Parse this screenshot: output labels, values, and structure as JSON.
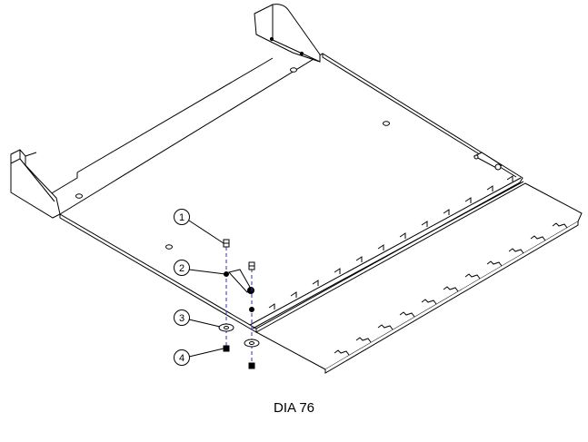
{
  "caption": "DIA 76",
  "callouts": [
    {
      "label": "1"
    },
    {
      "label": "2"
    },
    {
      "label": "3"
    },
    {
      "label": "4"
    }
  ],
  "colors": {
    "line": "#000000",
    "fastener_centerline": "#2b2bd6",
    "background": "#ffffff"
  }
}
